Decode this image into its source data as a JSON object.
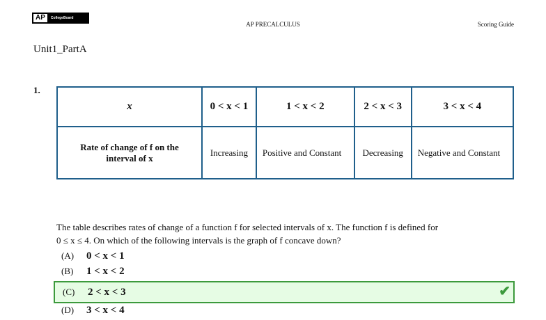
{
  "header": {
    "logo_text": "AP",
    "logo_subtext": "CollegeBoard",
    "title": "AP PRECALCULUS",
    "right": "Scoring Guide"
  },
  "unit_title": "Unit1_PartA",
  "question": {
    "number": "1.",
    "table": {
      "headers": [
        "x",
        "0 < x < 1",
        "1 < x < 2",
        "2 < x < 3",
        "3 < x < 4"
      ],
      "row_label": "Rate of change of f on the interval of x",
      "cells": [
        "Increasing",
        "Positive and Constant",
        "Decreasing",
        "Negative and Constant"
      ]
    },
    "stem_line1": "The table describes rates of change of a function f for selected intervals of x. The function f is defined for",
    "stem_line2": "0 ≤ x ≤ 4. On which of the following intervals is the graph of f concave down?",
    "options": [
      {
        "label": "(A)",
        "value": "0 < x < 1"
      },
      {
        "label": "(B)",
        "value": "1 < x < 2"
      },
      {
        "label": "(C)",
        "value": "2 < x < 3",
        "correct": true
      },
      {
        "label": "(D)",
        "value": "3 < x < 4"
      }
    ],
    "correct_color": "#3c9a3c"
  }
}
